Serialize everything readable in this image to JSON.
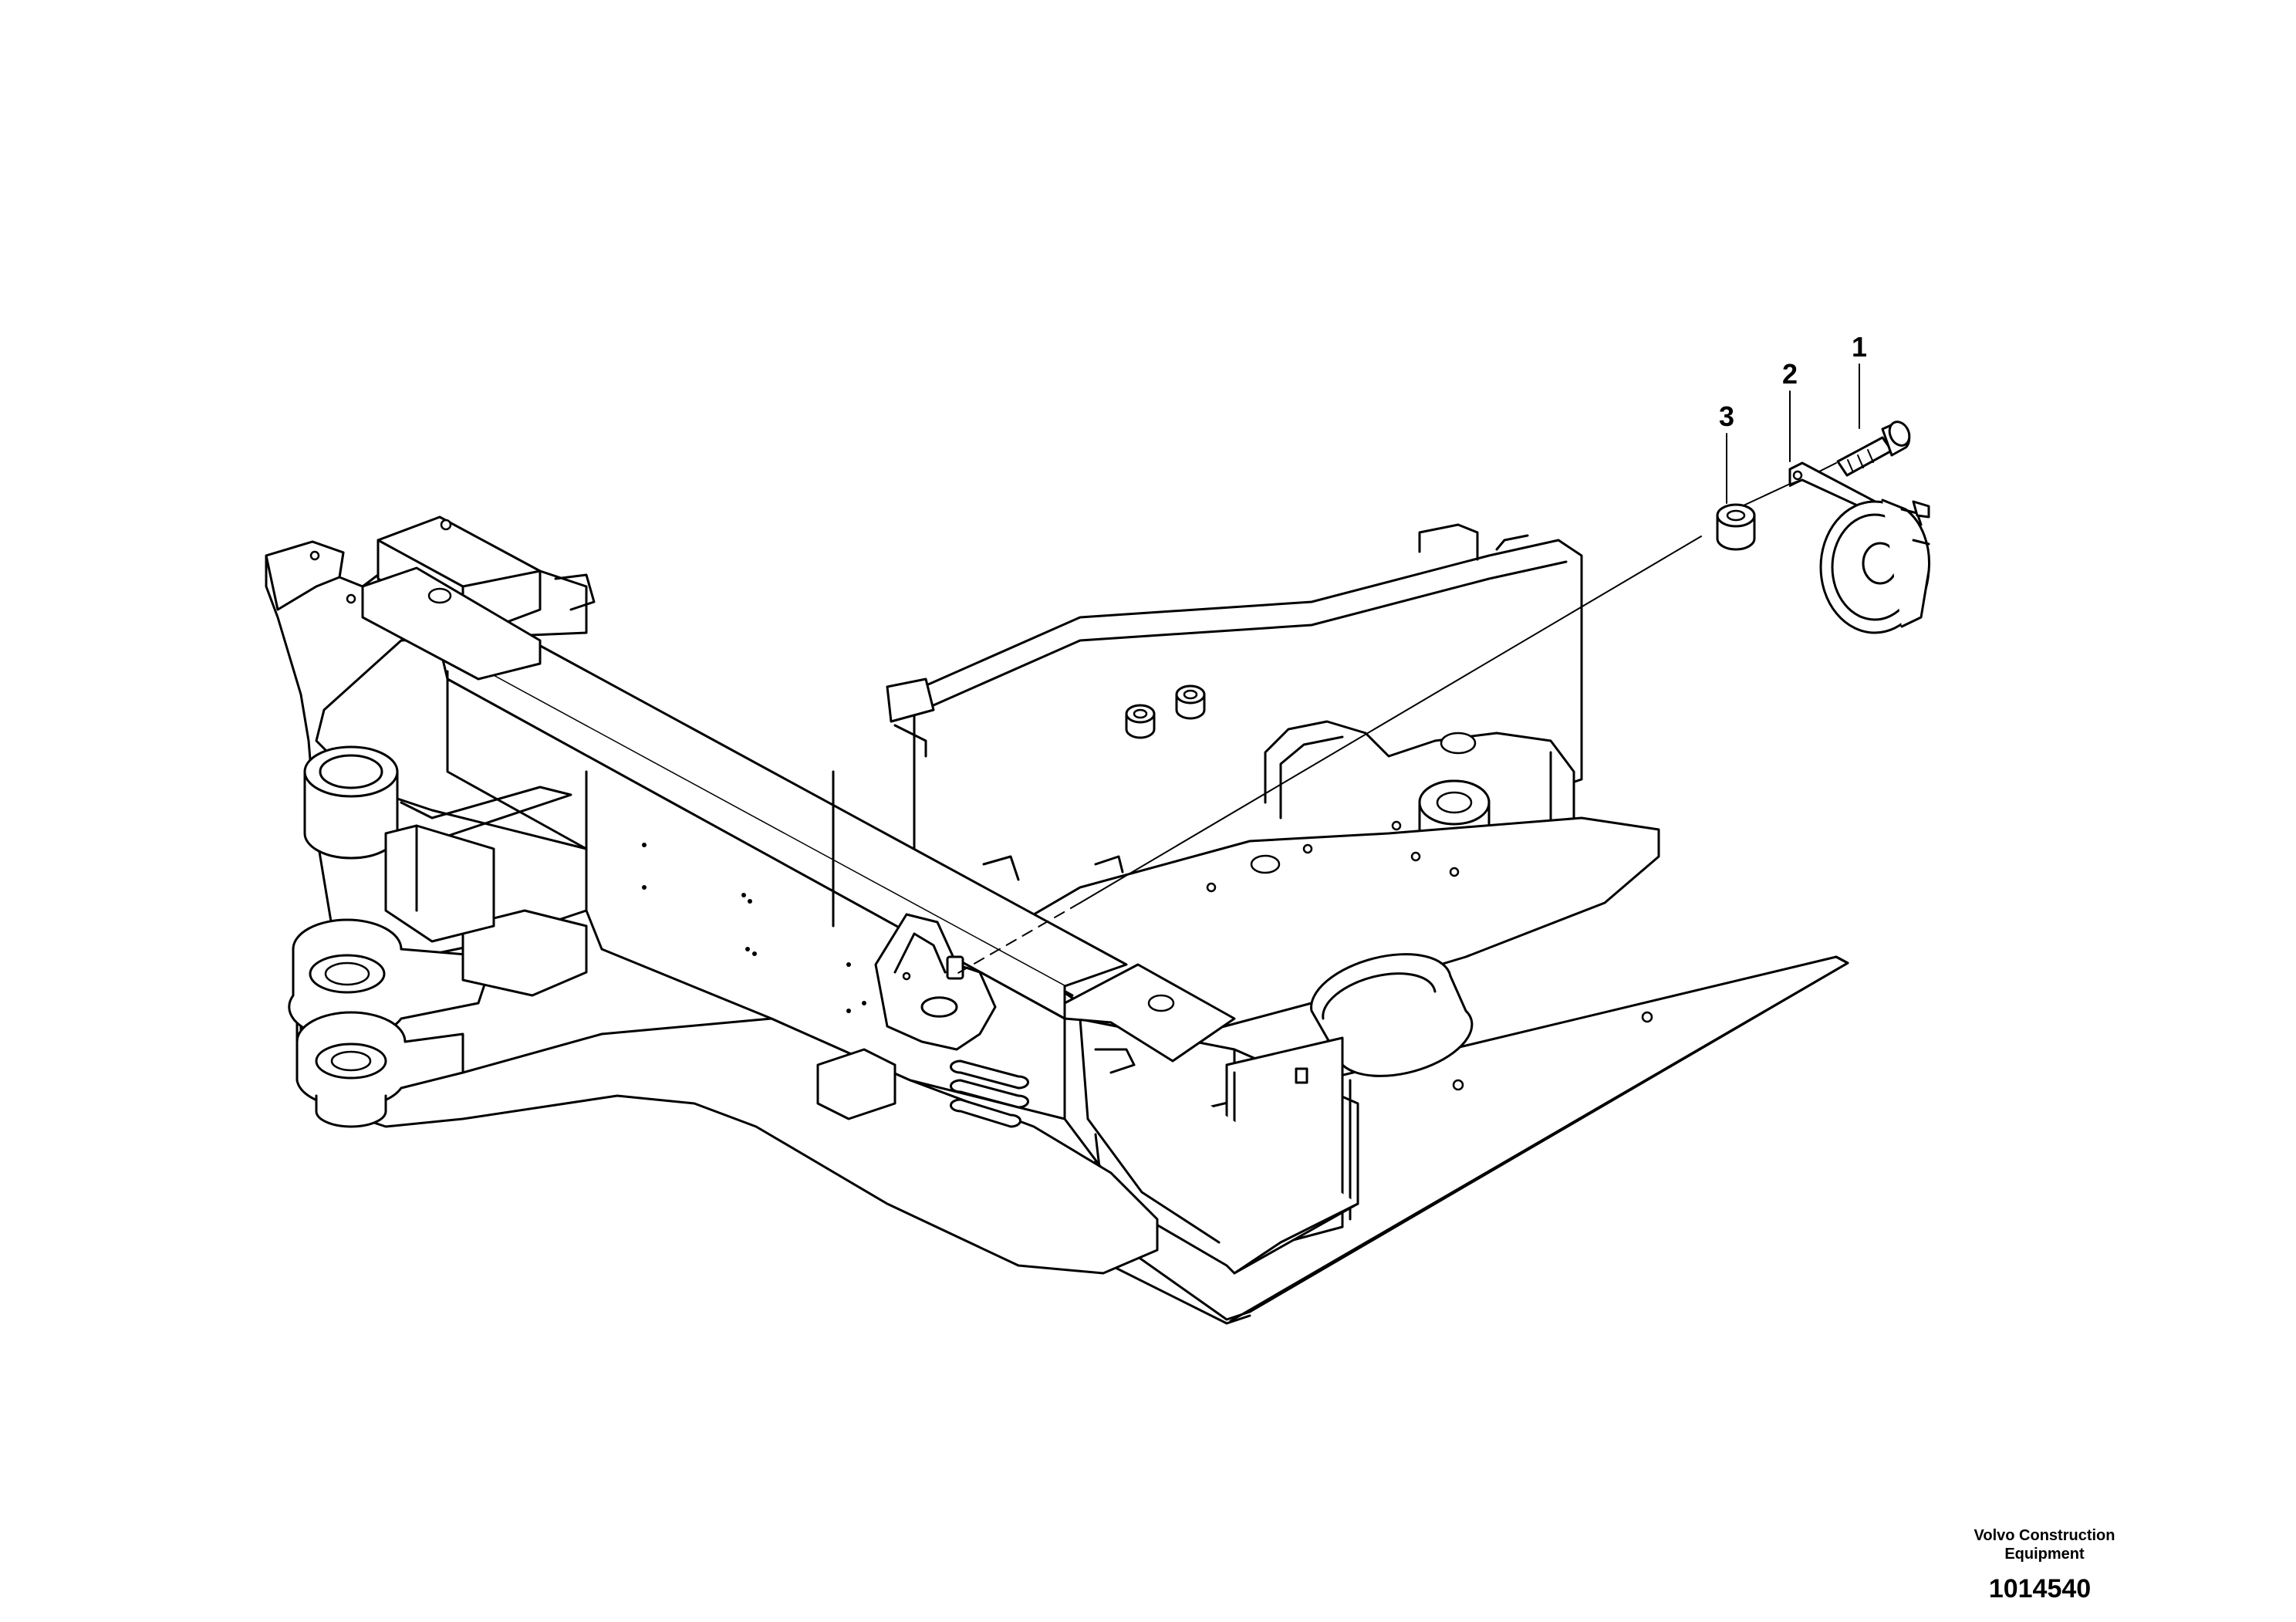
{
  "callouts": [
    {
      "number": "1",
      "part": "bolt"
    },
    {
      "number": "2",
      "part": "horn-with-bracket"
    },
    {
      "number": "3",
      "part": "spacer-sleeve"
    }
  ],
  "footer": {
    "brand_line1": "Volvo Construction",
    "brand_line2": "Equipment",
    "drawing_number": "1014540"
  }
}
